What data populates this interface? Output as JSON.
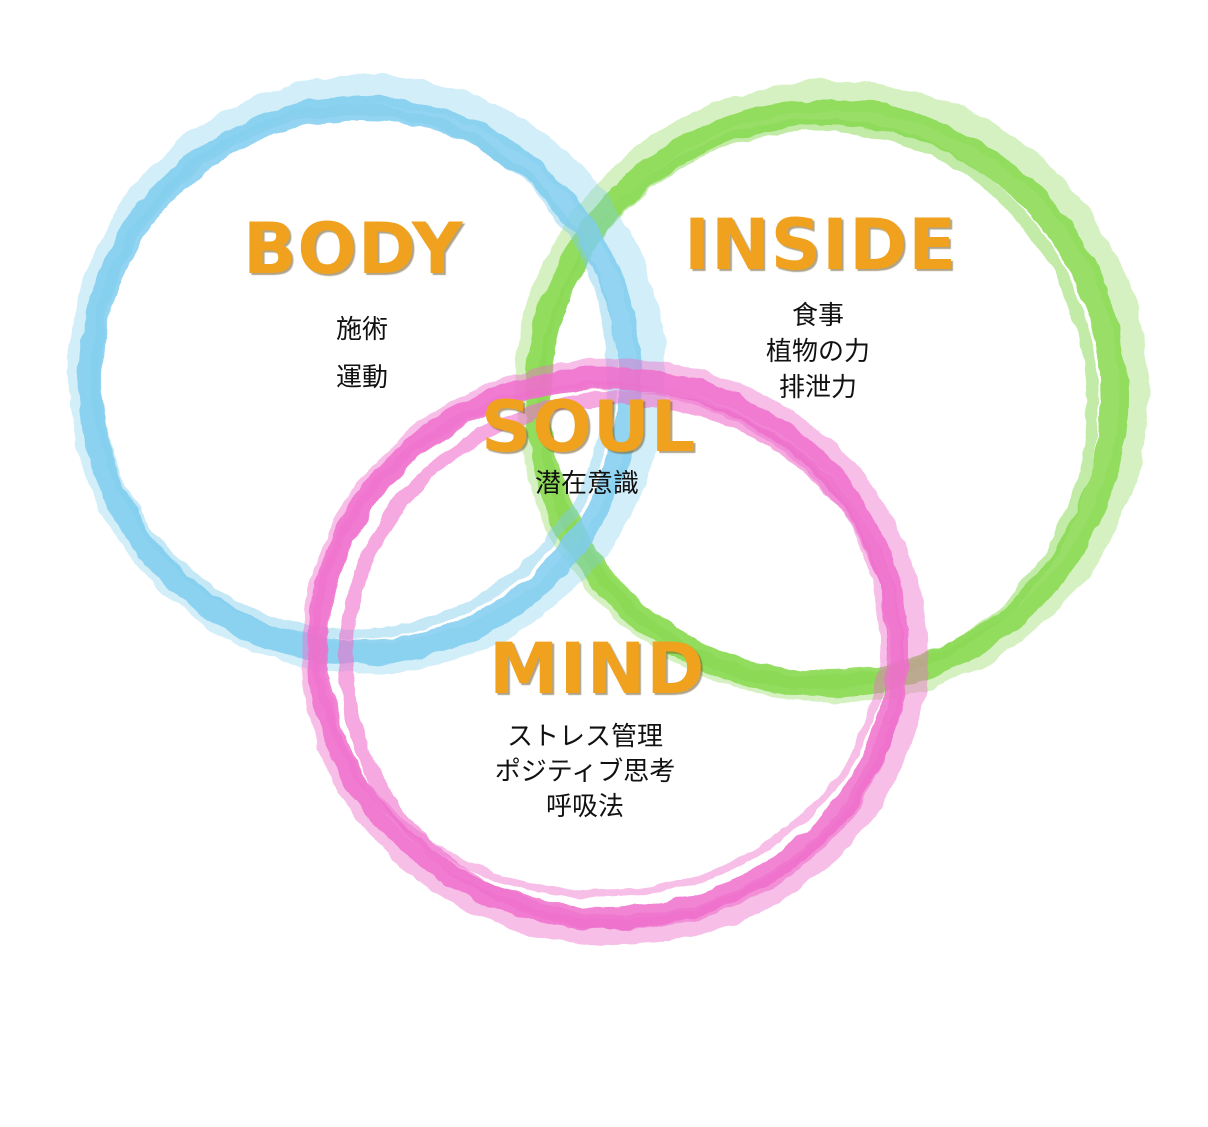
{
  "colors": {
    "heading": "#f0a21e",
    "text": "#111111",
    "body_ring": "#7fcdee",
    "inside_ring": "#86d84e",
    "mind_ring": "#ee6fcb"
  },
  "circles": [
    {
      "id": "body",
      "heading": "BODY",
      "items": [
        "施術",
        "運動"
      ]
    },
    {
      "id": "inside",
      "heading": "INSIDE",
      "items": [
        "食事",
        "植物の力",
        "排泄力"
      ]
    },
    {
      "id": "soul",
      "heading": "SOUL",
      "items": [
        "潜在意識"
      ]
    },
    {
      "id": "mind",
      "heading": "MIND",
      "items": [
        "ストレス管理",
        "ポジティブ思考",
        "呼吸法"
      ]
    }
  ]
}
